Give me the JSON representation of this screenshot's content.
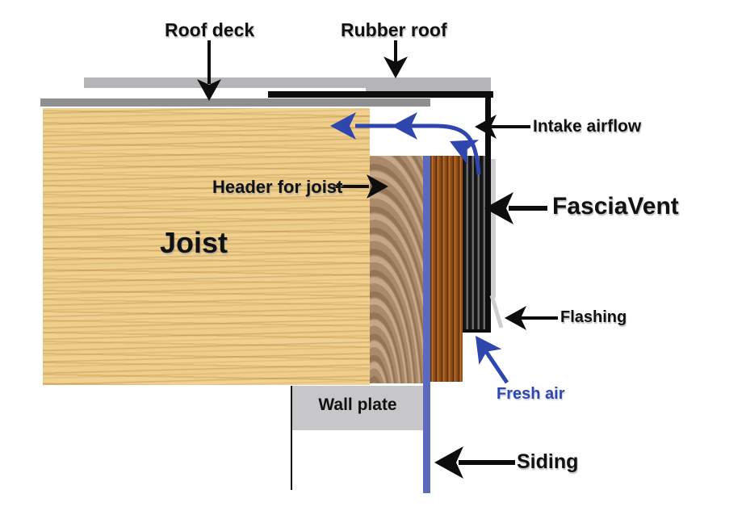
{
  "labels": {
    "roof_deck": "Roof deck",
    "rubber_roof": "Rubber roof",
    "intake_airflow": "Intake airflow",
    "header_for_joist": "Header for joist",
    "fascia_vent": "FasciaVent",
    "joist": "Joist",
    "flashing": "Flashing",
    "fresh_air": "Fresh air",
    "wall_plate": "Wall plate",
    "siding": "Siding"
  },
  "colors": {
    "black": "#0d0d0d",
    "text": "#111111",
    "blue_arrow": "#2e46ad",
    "siding_strip": "#5b6abf",
    "bar_light": "#b5b5b7",
    "bar_dark": "#8f8f91",
    "wall_plate": "#c7c7c9",
    "flashing": "#cfcfcf",
    "joist_wood": "#ebc77f",
    "endgrain_wood": "#ab8a6b",
    "header_wood": "#99541c",
    "vent_dark": "#161616",
    "vent_stripe": "#6b6b6b"
  }
}
